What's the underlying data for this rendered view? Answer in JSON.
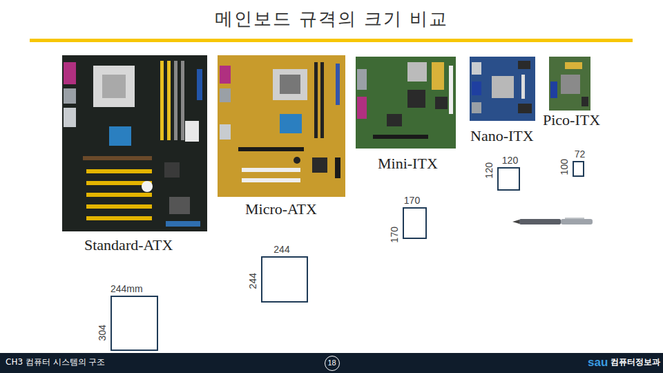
{
  "diagram": {
    "title": "메인보드 규격의 크기 비교",
    "nodes": [
      {
        "text": [
          "244mm",
          "304"
        ]
      },
      {
        "text": [
          "244",
          "244"
        ]
      },
      {
        "text": [
          "170",
          "170"
        ]
      },
      {
        "text": [
          "120",
          "120"
        ]
      },
      {
        "text": [
          "72",
          "100"
        ]
      },
      {
        "text": [
          "18"
        ]
      }
    ],
    "labels": [
      "Standard-ATX",
      "Micro-ATX",
      "Mini-ITX",
      "Nano-ITX",
      "Pico-ITX",
      "CH3 컴퓨터 시스템의 구조",
      "sau",
      "컴퓨터정보과"
    ]
  }
}
